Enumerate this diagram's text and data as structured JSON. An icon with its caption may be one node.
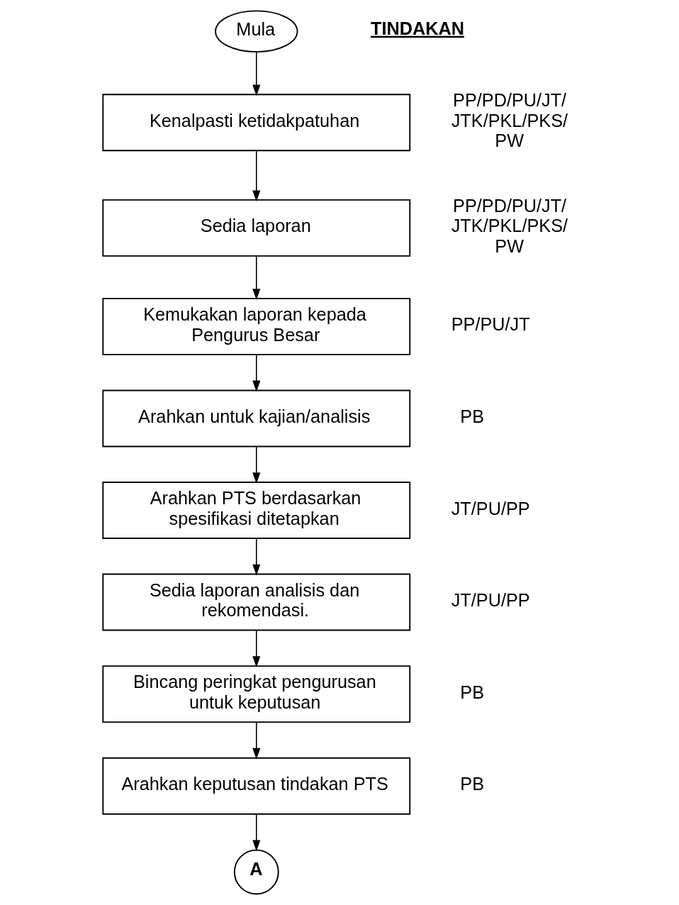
{
  "diagram": {
    "nodes": [
      {
        "text": [
          "Mula"
        ]
      },
      {
        "text": [
          "Kenalpasti ketidakpatuhan"
        ],
        "beside": [
          "PP/PD/PU/JT/ JTK/PKL/PKS/ PW"
        ]
      },
      {
        "text": [
          "Sedia laporan"
        ],
        "beside": [
          "PP/PD/PU/JT/ JTK/PKL/PKS/ PW"
        ]
      },
      {
        "text": [
          "Kemukakan laporan kepada Pengurus Besar"
        ],
        "beside": [
          "PP/PU/JT"
        ]
      },
      {
        "text": [
          "Arahkan untuk kajian/analisis"
        ],
        "beside": [
          "PB"
        ]
      },
      {
        "text": [
          "Arahkan PTS berdasarkan spesifikasi ditetapkan"
        ],
        "beside": [
          "JT/PU/PP"
        ]
      },
      {
        "text": [
          "Sedia laporan analisis dan rekomendasi."
        ],
        "beside": [
          "JT/PU/PP"
        ]
      },
      {
        "text": [
          "Bincang peringkat pengurusan untuk keputusan"
        ],
        "beside": [
          "PB"
        ]
      },
      {
        "text": [
          "Arahkan keputusan tindakan PTS"
        ],
        "beside": [
          "PB"
        ]
      },
      {
        "text": [
          "A"
        ]
      }
    ],
    "edges": [
      {
        "from": 0,
        "to": 1,
        "arrow": "to"
      },
      {
        "from": 1,
        "to": 2,
        "arrow": "to"
      },
      {
        "from": 2,
        "to": 3,
        "arrow": "to"
      },
      {
        "from": 3,
        "to": 4,
        "arrow": "to"
      },
      {
        "from": 4,
        "to": 5,
        "arrow": "to"
      },
      {
        "from": 5,
        "to": 6,
        "arrow": "to"
      },
      {
        "from": 6,
        "to": 7,
        "arrow": "to"
      },
      {
        "from": 7,
        "to": 8,
        "arrow": "to"
      },
      {
        "from": 8,
        "to": 9,
        "arrow": "to"
      }
    ],
    "labels": [
      "TINDAKAN"
    ]
  }
}
